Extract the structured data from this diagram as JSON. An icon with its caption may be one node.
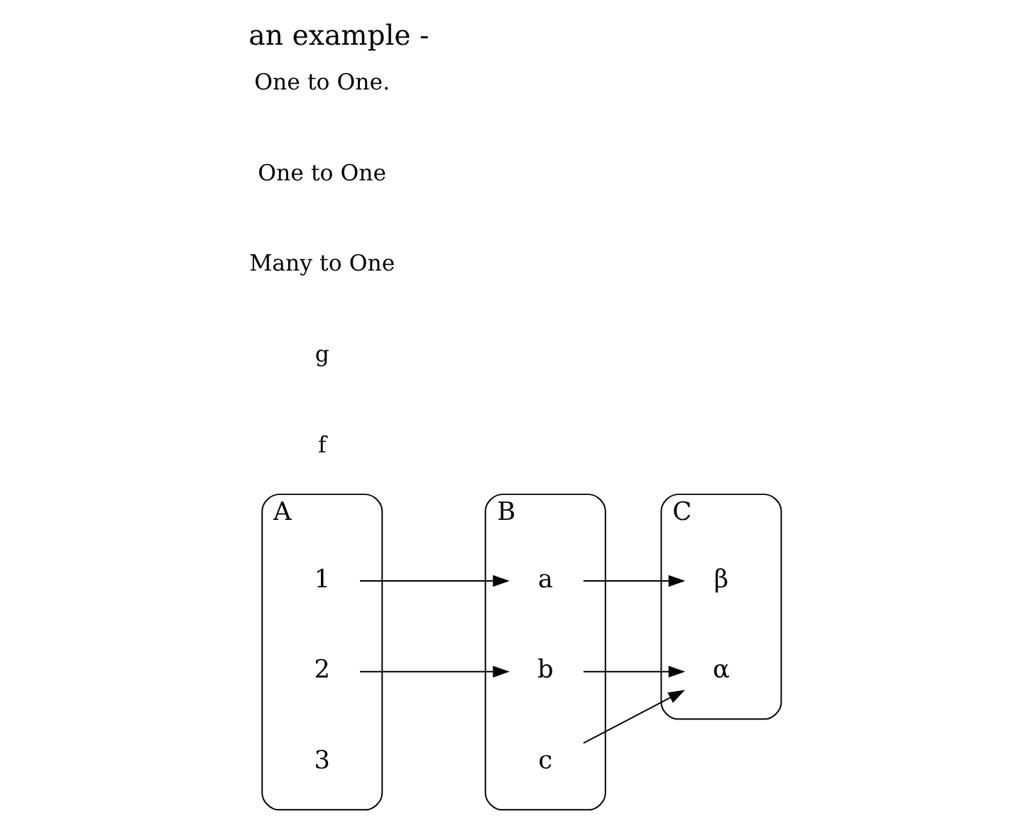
{
  "diagram": {
    "title": "an example -",
    "nodes": [
      {
        "text": [
          "A"
        ]
      },
      {
        "text": [
          "1"
        ],
        "in": 0
      },
      {
        "text": [
          "2"
        ],
        "in": 0
      },
      {
        "text": [
          "3"
        ],
        "in": 0
      },
      {
        "text": [
          "B"
        ]
      },
      {
        "text": [
          "a"
        ],
        "in": 4
      },
      {
        "text": [
          "b"
        ],
        "in": 4
      },
      {
        "text": [
          "c"
        ],
        "in": 4
      },
      {
        "text": [
          "C"
        ]
      },
      {
        "text": [
          "α"
        ],
        "in": 8
      },
      {
        "text": [
          "β"
        ],
        "in": 8
      }
    ],
    "edges": [
      {
        "from": 1,
        "to": 5,
        "arrow": "to"
      },
      {
        "from": 2,
        "to": 6,
        "arrow": "to"
      },
      {
        "from": 5,
        "to": 10,
        "arrow": "to"
      },
      {
        "from": 6,
        "to": 9,
        "arrow": "to"
      },
      {
        "from": 7,
        "to": 9,
        "arrow": "to"
      }
    ],
    "labels": [
      "f",
      "g",
      "Many to One",
      "One to One",
      "One to One."
    ]
  }
}
